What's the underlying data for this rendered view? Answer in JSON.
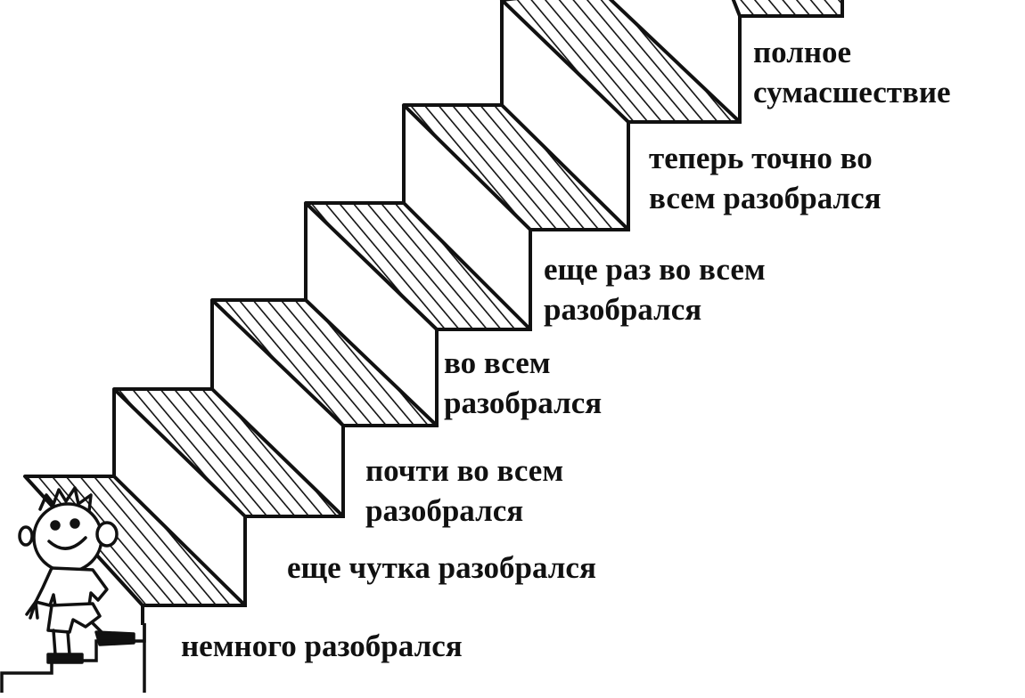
{
  "colors": {
    "ink": "#111111",
    "paper": "#ffffff"
  },
  "figure": {
    "character": "boy-climbing-stairs"
  },
  "steps": [
    {
      "lines": [
        "немного разобрался"
      ]
    },
    {
      "lines": [
        "еще чутка разобрался"
      ]
    },
    {
      "lines": [
        "почти во всем",
        "разобрался"
      ]
    },
    {
      "lines": [
        "во всем",
        "разобрался"
      ]
    },
    {
      "lines": [
        "еще раз во всем",
        "разобрался"
      ]
    },
    {
      "lines": [
        "теперь точно во",
        "всем разобрался"
      ]
    },
    {
      "lines": [
        "полное",
        "сумасшествие"
      ]
    }
  ]
}
